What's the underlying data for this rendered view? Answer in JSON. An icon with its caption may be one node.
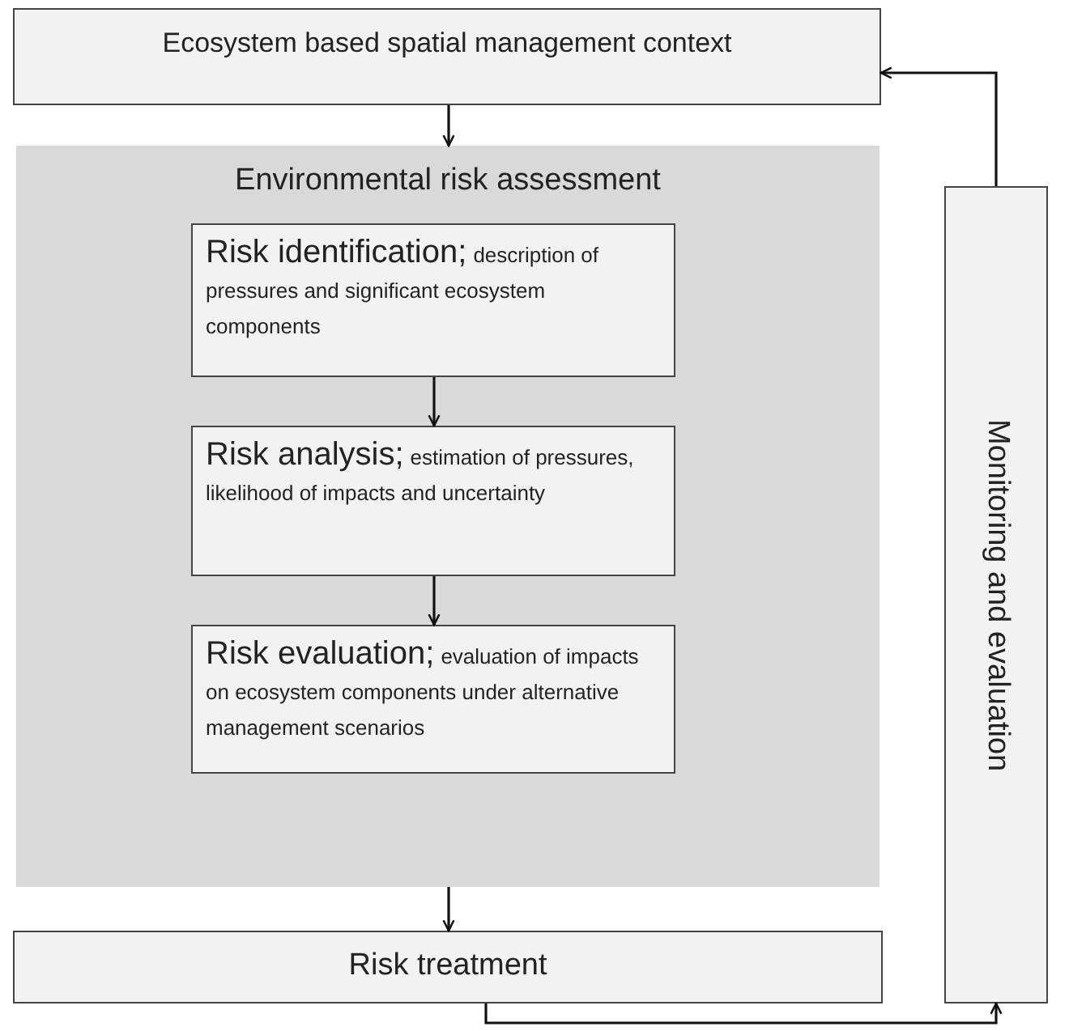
{
  "diagram": {
    "nodes": [
      {
        "text": [
          "Ecosystem based spatial management context"
        ]
      },
      {
        "text": [
          "Environmental risk assessment"
        ]
      },
      {
        "text": [
          "Risk identification;",
          "description of pressures and significant ecosystem components"
        ],
        "in": 1
      },
      {
        "text": [
          "Risk analysis;",
          "estimation of pressures, likelihood of impacts and uncertainty"
        ],
        "in": 1
      },
      {
        "text": [
          "Risk evaluation;",
          "evaluation of impacts on ecosystem components under alternative management scenarios"
        ],
        "in": 1
      },
      {
        "text": [
          "Risk treatment"
        ]
      },
      {
        "text": [
          "Monitoring and evaluation"
        ]
      }
    ],
    "edges": [
      {
        "from": 0,
        "to": 1,
        "arrow": "to"
      },
      {
        "from": 2,
        "to": 3,
        "arrow": "to"
      },
      {
        "from": 3,
        "to": 4,
        "arrow": "to"
      },
      {
        "from": 1,
        "to": 5,
        "arrow": "to"
      },
      {
        "from": 5,
        "to": 6,
        "arrow": "to"
      },
      {
        "from": 6,
        "to": 0,
        "arrow": "to"
      }
    ]
  }
}
